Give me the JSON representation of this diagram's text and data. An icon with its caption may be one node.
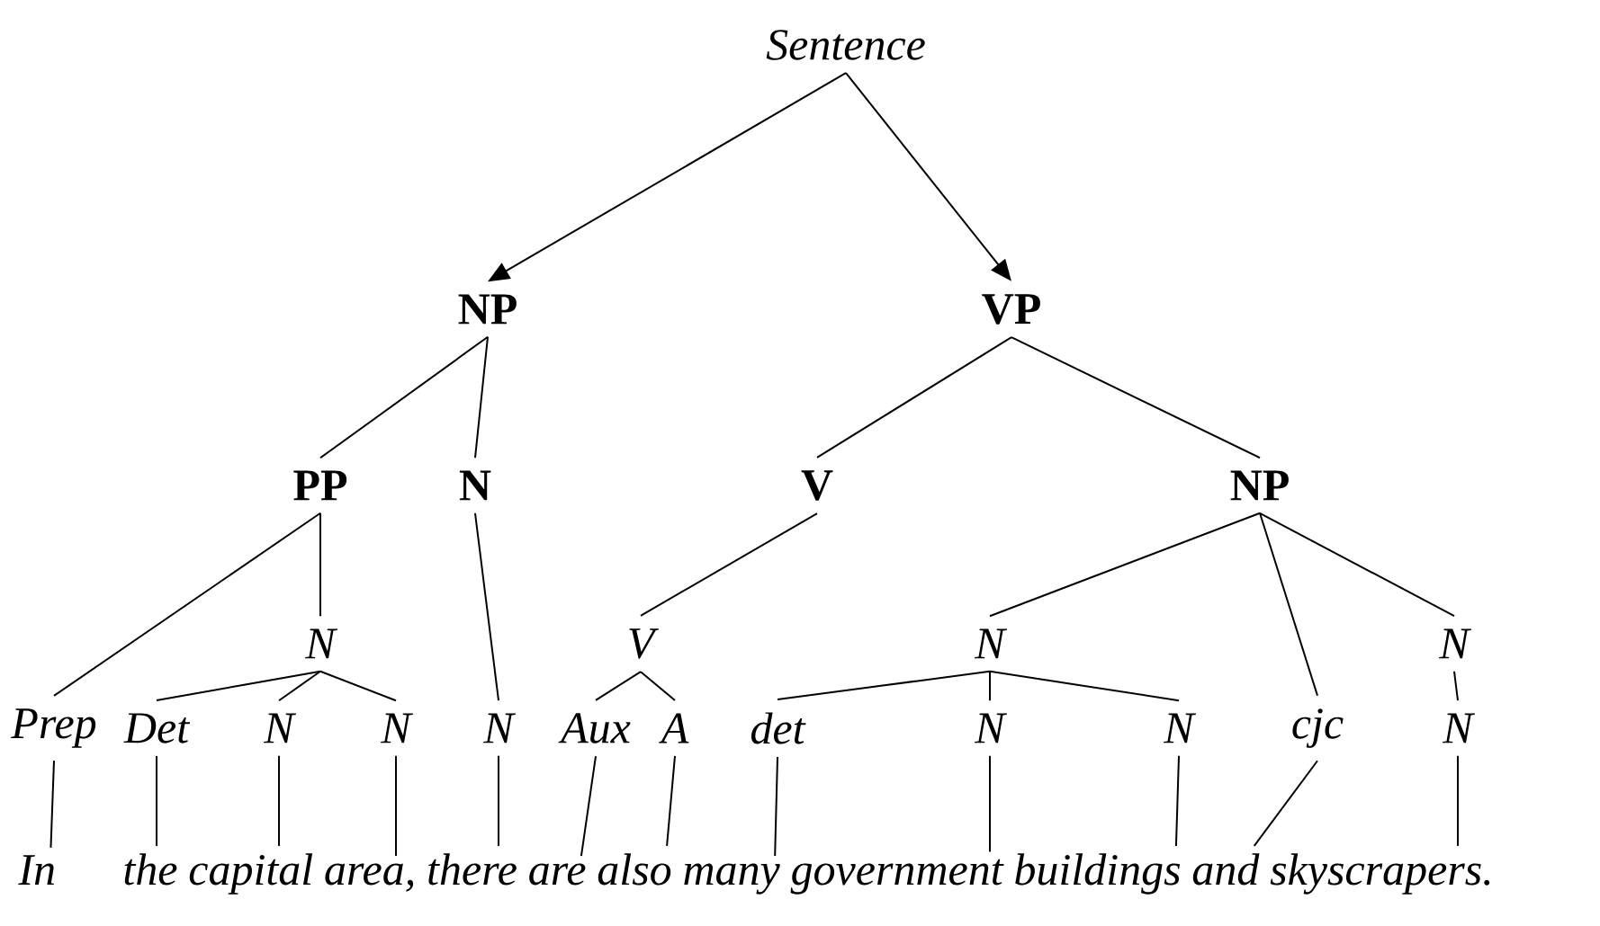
{
  "diagram": {
    "nodes": [
      {
        "text": [
          "Sentence"
        ]
      },
      {
        "text": [
          "NP"
        ]
      },
      {
        "text": [
          "VP"
        ]
      },
      {
        "text": [
          "PP"
        ]
      },
      {
        "text": [
          "N"
        ]
      },
      {
        "text": [
          "V"
        ]
      },
      {
        "text": [
          "NP"
        ]
      },
      {
        "text": [
          "N"
        ]
      },
      {
        "text": [
          "V"
        ]
      },
      {
        "text": [
          "N"
        ]
      },
      {
        "text": [
          "N"
        ]
      },
      {
        "text": [
          "Prep"
        ]
      },
      {
        "text": [
          "Det"
        ]
      },
      {
        "text": [
          "N"
        ]
      },
      {
        "text": [
          "N"
        ]
      },
      {
        "text": [
          "N"
        ]
      },
      {
        "text": [
          "Aux"
        ]
      },
      {
        "text": [
          "A"
        ]
      },
      {
        "text": [
          "det"
        ]
      },
      {
        "text": [
          "N"
        ]
      },
      {
        "text": [
          "N"
        ]
      },
      {
        "text": [
          "cjc"
        ]
      },
      {
        "text": [
          "N"
        ]
      },
      {
        "text": [
          "In"
        ]
      },
      {
        "text": [
          "the"
        ]
      },
      {
        "text": [
          "capital"
        ]
      },
      {
        "text": [
          "area,"
        ]
      },
      {
        "text": [
          "there"
        ]
      },
      {
        "text": [
          "are"
        ]
      },
      {
        "text": [
          "also"
        ]
      },
      {
        "text": [
          "many"
        ]
      },
      {
        "text": [
          "government"
        ]
      },
      {
        "text": [
          "buildings"
        ]
      },
      {
        "text": [
          "and"
        ]
      },
      {
        "text": [
          "skyscrapers."
        ]
      }
    ],
    "edges": [
      {
        "from": 0,
        "to": 1,
        "arrow": "to"
      },
      {
        "from": 0,
        "to": 2,
        "arrow": "to"
      },
      {
        "from": 1,
        "to": 3,
        "arrow": "none"
      },
      {
        "from": 1,
        "to": 4,
        "arrow": "none"
      },
      {
        "from": 2,
        "to": 5,
        "arrow": "none"
      },
      {
        "from": 2,
        "to": 6,
        "arrow": "none"
      },
      {
        "from": 3,
        "to": 11,
        "arrow": "none"
      },
      {
        "from": 3,
        "to": 7,
        "arrow": "none"
      },
      {
        "from": 4,
        "to": 15,
        "arrow": "none"
      },
      {
        "from": 5,
        "to": 8,
        "arrow": "none"
      },
      {
        "from": 6,
        "to": 9,
        "arrow": "none"
      },
      {
        "from": 6,
        "to": 21,
        "arrow": "none"
      },
      {
        "from": 6,
        "to": 10,
        "arrow": "none"
      },
      {
        "from": 7,
        "to": 12,
        "arrow": "none"
      },
      {
        "from": 7,
        "to": 13,
        "arrow": "none"
      },
      {
        "from": 7,
        "to": 14,
        "arrow": "none"
      },
      {
        "from": 8,
        "to": 16,
        "arrow": "none"
      },
      {
        "from": 8,
        "to": 17,
        "arrow": "none"
      },
      {
        "from": 9,
        "to": 18,
        "arrow": "none"
      },
      {
        "from": 9,
        "to": 19,
        "arrow": "none"
      },
      {
        "from": 9,
        "to": 20,
        "arrow": "none"
      },
      {
        "from": 10,
        "to": 22,
        "arrow": "none"
      },
      {
        "from": 11,
        "to": 23,
        "arrow": "none"
      },
      {
        "from": 12,
        "to": 24,
        "arrow": "none"
      },
      {
        "from": 13,
        "to": 25,
        "arrow": "none"
      },
      {
        "from": 14,
        "to": 26,
        "arrow": "none"
      },
      {
        "from": 15,
        "to": 27,
        "arrow": "none"
      },
      {
        "from": 16,
        "to": 28,
        "arrow": "none"
      },
      {
        "from": 17,
        "to": 29,
        "arrow": "none"
      },
      {
        "from": 18,
        "to": 30,
        "arrow": "none"
      },
      {
        "from": 19,
        "to": 31,
        "arrow": "none"
      },
      {
        "from": 20,
        "to": 32,
        "arrow": "none"
      },
      {
        "from": 21,
        "to": 33,
        "arrow": "none"
      },
      {
        "from": 22,
        "to": 34,
        "arrow": "none"
      }
    ]
  }
}
